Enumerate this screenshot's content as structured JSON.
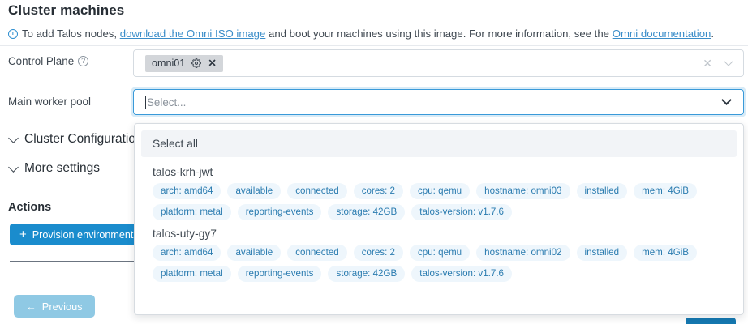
{
  "page": {
    "title": "Cluster machines",
    "info_prefix": "To add Talos nodes, ",
    "info_link1": "download the Omni ISO image",
    "info_mid": " and boot your machines using this image. For more information, see the ",
    "info_link2": "Omni documentation",
    "info_suffix": ".",
    "info_icon": "info-circle-icon"
  },
  "control_plane": {
    "label": "Control Plane",
    "help_icon": "question-mark-icon",
    "chip": {
      "label": "omni01",
      "gear_icon": "gear-icon",
      "remove_icon": "close-icon"
    },
    "clear_icon": "clear-x-icon",
    "chevron_icon": "chevron-down-icon"
  },
  "worker_pool": {
    "label": "Main worker pool",
    "placeholder": "Select...",
    "value": "",
    "chevron_icon": "chevron-down-icon"
  },
  "dropdown": {
    "select_all_label": "Select all",
    "machines": [
      {
        "name": "talos-krh-jwt",
        "tags": [
          "arch: amd64",
          "available",
          "connected",
          "cores: 2",
          "cpu: qemu",
          "hostname: omni03",
          "installed",
          "mem: 4GiB",
          "platform: metal",
          "reporting-events",
          "storage: 42GB",
          "talos-version: v1.7.6"
        ]
      },
      {
        "name": "talos-uty-gy7",
        "tags": [
          "arch: amd64",
          "available",
          "connected",
          "cores: 2",
          "cpu: qemu",
          "hostname: omni02",
          "installed",
          "mem: 4GiB",
          "platform: metal",
          "reporting-events",
          "storage: 42GB",
          "talos-version: v1.7.6"
        ]
      }
    ]
  },
  "sections": [
    {
      "label": "Cluster Configuration",
      "chevron_icon": "chevron-down-icon"
    },
    {
      "label": "More settings",
      "chevron_icon": "chevron-down-icon"
    }
  ],
  "actions": {
    "title": "Actions",
    "provision_label": "Provision environment",
    "provision_plus": "+",
    "previous_label": "Previous",
    "previous_arrow": "←"
  },
  "colors": {
    "accent": "#1a8ccd",
    "link": "#3a8dc9",
    "chip_bg": "#eef6fc",
    "chip_text": "#2b7cb0",
    "focus_border": "#3a9ad9",
    "previous_bg": "#8fc9e4",
    "next_bg": "#1578b0"
  }
}
